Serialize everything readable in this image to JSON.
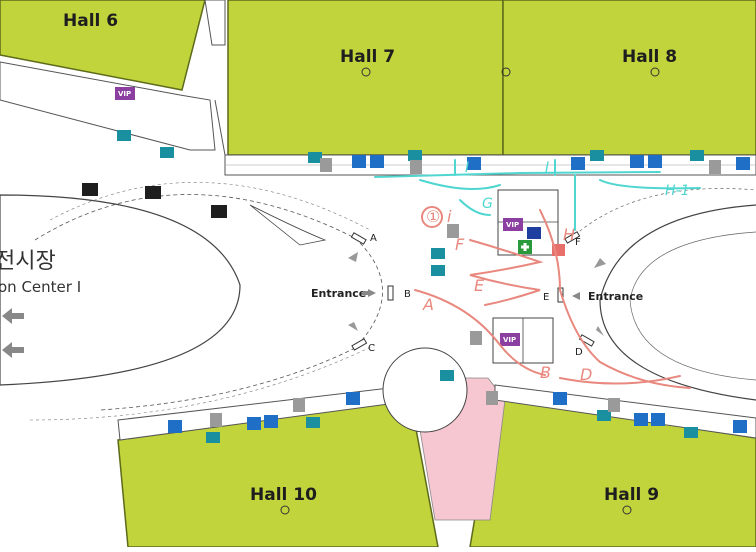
{
  "map": {
    "halls": [
      {
        "id": "hall6",
        "label": "Hall 6"
      },
      {
        "id": "hall7",
        "label": "Hall 7"
      },
      {
        "id": "hall8",
        "label": "Hall 8"
      },
      {
        "id": "hall9",
        "label": "Hall 9"
      },
      {
        "id": "hall10",
        "label": "Hall 10"
      }
    ],
    "center_label_ko": "전시장",
    "center_label_en": "on Center I",
    "entrances": {
      "west_label": "Entrance",
      "east_label": "Entrance"
    },
    "doors": [
      "A",
      "B",
      "C",
      "D",
      "E",
      "F"
    ],
    "icons": {
      "vip_label": "VIP",
      "first_aid": "first-aid-icon",
      "escalator": "escalator-icon",
      "elevator": "elevator-icon",
      "restroom": "restroom-icon"
    },
    "annotations": {
      "pink": [
        "①",
        "i",
        "F",
        "E",
        "A",
        "B",
        "D",
        "H"
      ],
      "cyan": [
        "G",
        "I",
        "I",
        "H-1"
      ]
    },
    "colors": {
      "hall": "#c1d43c",
      "hall_outline": "#5d6a1a",
      "pink_area": "#f6c6d1",
      "teal_icon": "#1a8fa0",
      "blue_icon": "#1f6fc6",
      "vip": "#8b3fa0",
      "first_aid": "#2a9a3c",
      "annotation_pink": "#e8887e",
      "annotation_cyan": "#4fd6d0"
    }
  }
}
